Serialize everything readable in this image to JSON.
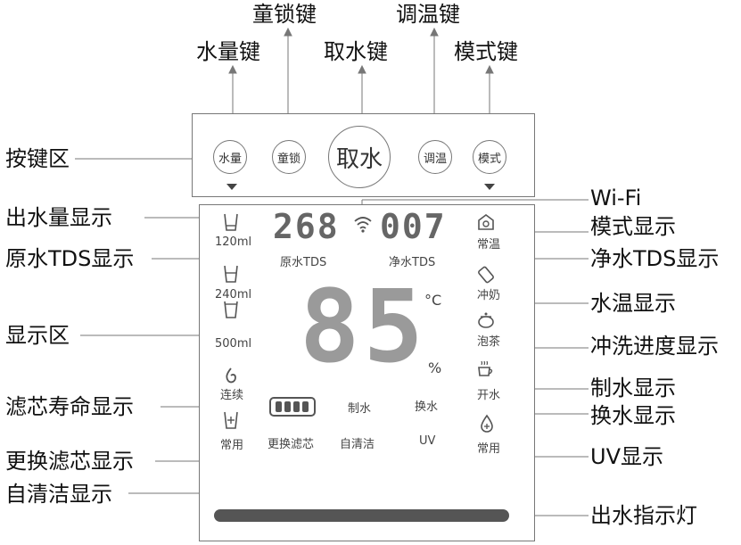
{
  "callouts": {
    "tongsuo": "童锁键",
    "tiaowen": "调温键",
    "shuiliang": "水量键",
    "qushui": "取水键",
    "moshi": "模式键",
    "anjianqu": "按键区",
    "wifi": "Wi-Fi",
    "chushuiliang": "出水量显示",
    "moshixianshi": "模式显示",
    "yuanshui_tds": "原水TDS显示",
    "jingshui_tds": "净水TDS显示",
    "shuiwen": "水温显示",
    "xianshiqu": "显示区",
    "chongxi": "冲洗进度显示",
    "zhishui": "制水显示",
    "lvxin_shouming": "滤芯寿命显示",
    "huanshui": "换水显示",
    "genghuan": "更换滤芯显示",
    "uv": "UV显示",
    "zìqingjie": "自清洁显示",
    "chushui_zhishideng": "出水指示灯"
  },
  "buttons": {
    "shuiliang": "水量",
    "tongsuo": "童锁",
    "qushui": "取水",
    "tiaowen": "调温",
    "moshi": "模式"
  },
  "display": {
    "raw_tds_value": "268",
    "pure_tds_value": "007",
    "temperature_value": "85",
    "raw_tds_label": "原水TDS",
    "pure_tds_label": "净水TDS",
    "temp_unit": "°C",
    "percent": "%",
    "left_icons": [
      "120ml",
      "240ml",
      "500ml",
      "连续",
      "常用"
    ],
    "right_icons": [
      "常温",
      "冲奶",
      "泡茶",
      "开水",
      "常用"
    ],
    "status": {
      "zhishui": "制水",
      "huanshui": "换水",
      "genghuan": "更换滤芯",
      "zìqingjie": "自清洁",
      "uv": "UV"
    }
  }
}
